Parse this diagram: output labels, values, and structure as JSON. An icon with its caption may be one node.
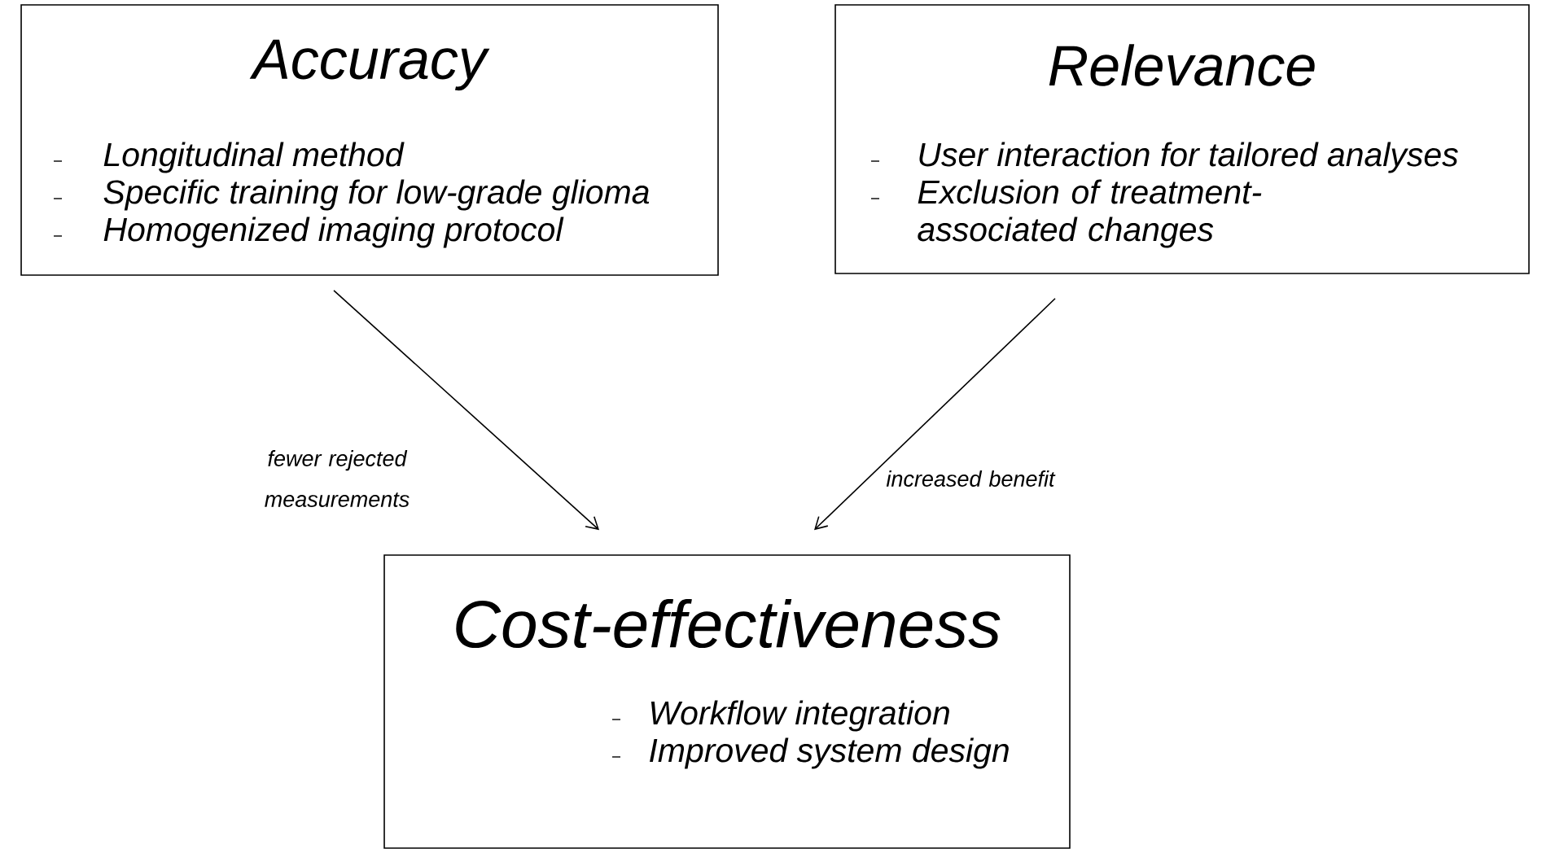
{
  "diagram": {
    "nodes": [
      {
        "text": [
          "Accuracy",
          "Longitudinal method",
          "Specific training for low-grade glioma",
          "Homogenized imaging protocol"
        ]
      },
      {
        "text": [
          "Relevance",
          "User interaction for tailored analyses",
          "Exclusion of treatment-associated changes"
        ]
      },
      {
        "text": [
          "Cost-effectiveness",
          "Workflow integration",
          "Improved system design"
        ]
      }
    ],
    "edges": [
      {
        "from": 0,
        "to": 2,
        "arrow": "to",
        "label": "fewer rejected measurements"
      },
      {
        "from": 1,
        "to": 2,
        "arrow": "to",
        "label": "increased benefit"
      }
    ]
  }
}
